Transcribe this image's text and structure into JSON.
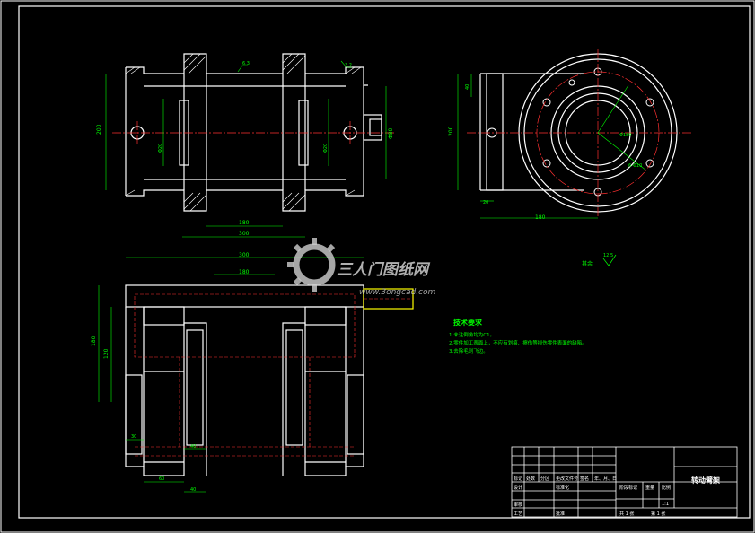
{
  "drawing": {
    "title_block_name": "转动臂架",
    "technical_requirements": {
      "heading": "技术要求",
      "items": [
        "1.未注倒角均为C1。",
        "2.零件加工表面上，不应有划痕、擦伤等损伤零件表面的缺陷。",
        "3.去除毛刺飞边。"
      ]
    },
    "other_roughness_label": "其余",
    "other_roughness_value": "12.5",
    "title_block": {
      "labels": [
        "标记",
        "处数",
        "分区",
        "更改文件号",
        "签名",
        "年、月、日",
        "设计",
        "标准化",
        "审核",
        "工艺",
        "批准"
      ],
      "stage_mark": "阶段标记",
      "weight": "重量",
      "scale": "比例",
      "scale_value": "1:1",
      "sheets": "共 1 张",
      "sheet_no": "第 1 张"
    },
    "front_view_dims": {
      "overall_width": "300",
      "inner_width": "180",
      "height": "200",
      "diameter_left": "Φ20",
      "diameter_right": "Φ20",
      "bore": "Φ80",
      "roughness_a": "6.3",
      "roughness_b": "3.2"
    },
    "side_view_dims": {
      "height": "200",
      "width": "180",
      "top_offset": "40",
      "bottom_offset": "20",
      "circle_dia": "Φ180",
      "bolt_circle": "6-Φ10"
    },
    "top_view_dims": {
      "overall_width": "300",
      "inner_width": "180",
      "height": "180",
      "inner_height": "120",
      "slot_w": "40",
      "slot_w2": "40",
      "slot_w3": "60",
      "edge": "30"
    }
  },
  "watermark": {
    "brand": "三人门图纸网",
    "url": "www.3ongcad.com"
  },
  "colors": {
    "background": "#000000",
    "outline": "#ffffff",
    "dimension": "#00ff00",
    "centerline": "#ff0000",
    "hidden": "#ff3030",
    "part": "#ffff00"
  }
}
